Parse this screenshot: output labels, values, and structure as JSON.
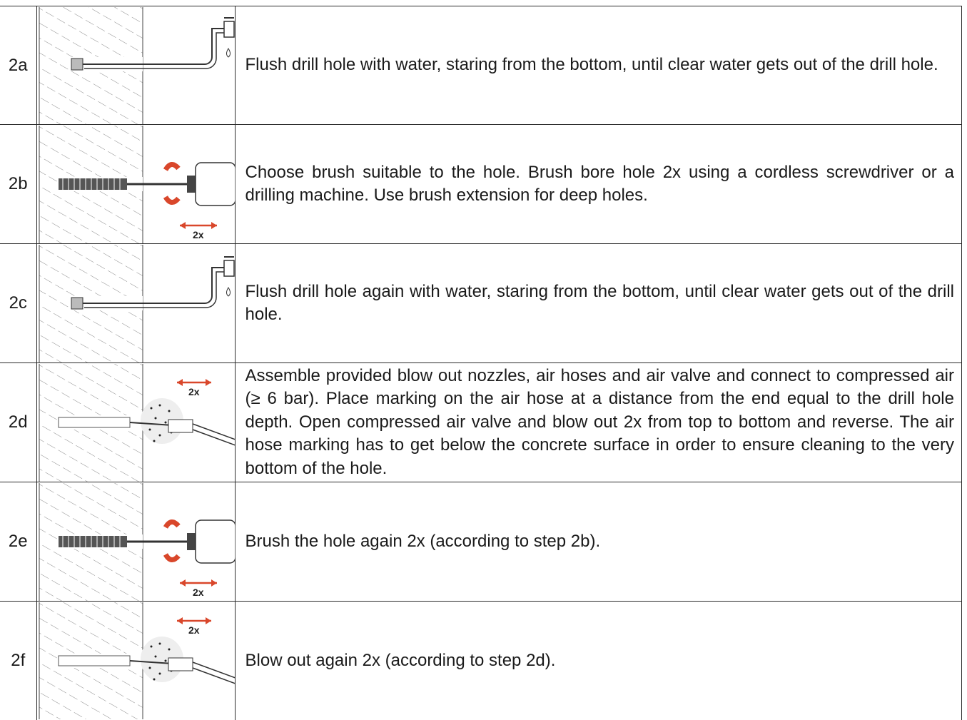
{
  "steps": [
    {
      "id": "2a",
      "illustration": "water-tap-icon",
      "text": "Flush drill hole with water, staring from the bottom, until clear water gets out of the drill hole."
    },
    {
      "id": "2b",
      "illustration": "brush-drill-icon",
      "repeat_label": "2x",
      "text": "Choose brush suitable to the hole. Brush bore hole 2x using a cordless screwdriver or a drilling machine. Use brush extension for deep holes."
    },
    {
      "id": "2c",
      "illustration": "water-tap-icon",
      "text": "Flush drill hole again with water, staring from the bottom, until clear water gets out of the drill hole."
    },
    {
      "id": "2d",
      "illustration": "air-nozzle-icon",
      "repeat_label": "2x",
      "text": "Assemble provided blow out nozzles, air hoses and air valve and connect to compressed air (≥ 6 bar). Place marking on the air hose at a distance from the end equal to the drill hole depth. Open compressed air valve and blow out 2x from top to bottom and reverse. The air hose marking has to get below the concrete surface in order to ensure cleaning to the very bottom of the hole."
    },
    {
      "id": "2e",
      "illustration": "brush-drill-icon",
      "repeat_label": "2x",
      "text": "Brush the hole again 2x (according to step 2b)."
    },
    {
      "id": "2f",
      "illustration": "air-nozzle-icon",
      "repeat_label": "2x",
      "text": "Blow out again 2x (according to step 2d)."
    }
  ],
  "colors": {
    "accent": "#d9472b",
    "line": "#2a2a2a",
    "hatch": "#7a7a7a"
  }
}
